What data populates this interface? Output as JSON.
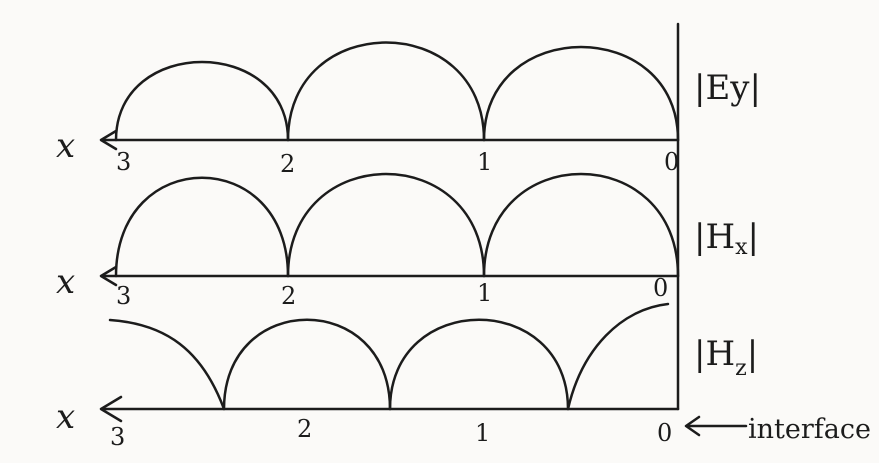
{
  "panels": [
    {
      "id": "ey",
      "label_parts": [
        "|",
        "Ey",
        "|"
      ],
      "x_var": "x",
      "ticks": [
        "3",
        "2",
        "1",
        "0"
      ]
    },
    {
      "id": "hx",
      "label_parts": [
        "|",
        "H",
        "x",
        "|"
      ],
      "x_var": "x",
      "ticks": [
        "3",
        "2",
        "1",
        "0"
      ]
    },
    {
      "id": "hz",
      "label_parts": [
        "|",
        "H",
        "z",
        "|"
      ],
      "x_var": "x",
      "ticks": [
        "3",
        "2",
        "1",
        "0"
      ]
    }
  ],
  "interface_label": "interface",
  "colors": {
    "ink": "#1c1c1c",
    "background": "#fbfaf8"
  }
}
